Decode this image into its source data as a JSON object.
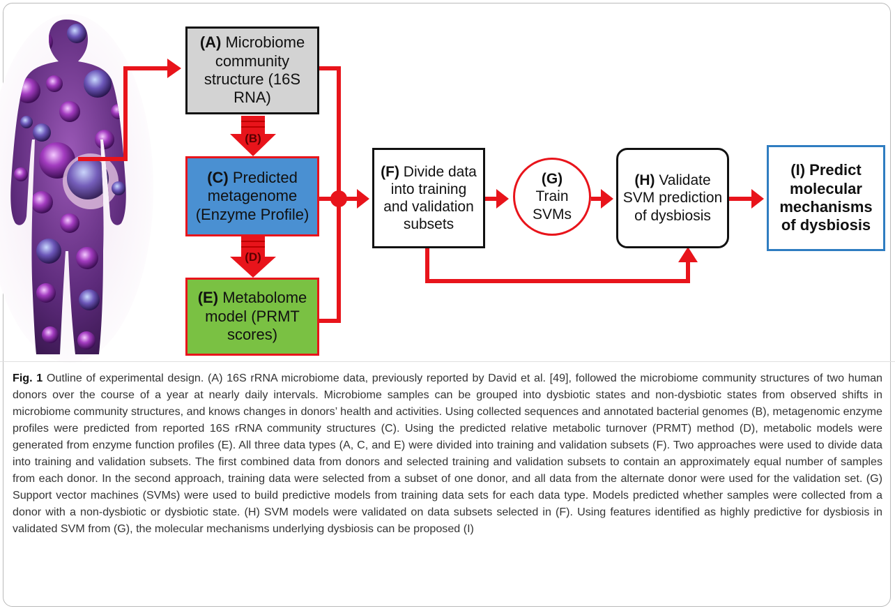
{
  "figure": {
    "boxes": {
      "A": {
        "letter": "(A)",
        "text": "Microbiome community structure (16S RNA)"
      },
      "C": {
        "letter": "(C)",
        "text": "Predicted metagenome (Enzyme Profile)"
      },
      "E": {
        "letter": "(E)",
        "text": "Metabolome model (PRMT scores)"
      },
      "F": {
        "letter": "(F)",
        "text": "Divide data into training and validation subsets"
      },
      "G": {
        "letter": "(G)",
        "text": "Train SVMs"
      },
      "H": {
        "letter": "(H)",
        "text": "Validate SVM prediction of dysbiosis"
      },
      "I": {
        "letter": "(I)",
        "text": "Predict molecular mechanisms of dysbiosis"
      }
    },
    "arrow_labels": {
      "B": "(B)",
      "D": "(D)"
    },
    "colors": {
      "arrow": "#e8141b",
      "box_A_fill": "#d3d3d3",
      "box_C_fill": "#4a90d2",
      "box_E_fill": "#7ac143",
      "box_C_border": "#e8141b",
      "box_E_border": "#e8141b",
      "box_I_border": "#2f7dc1",
      "box_G_border": "#e8141b"
    }
  },
  "caption": {
    "label": "Fig. 1",
    "text": "Outline of experimental design. (A) 16S rRNA microbiome data, previously reported by David et al. [49], followed the microbiome community structures of two human donors over the course of a year at nearly daily intervals. Microbiome samples can be grouped into dysbiotic states and non-dysbiotic states from observed shifts in microbiome community structures, and knows changes in donors’ health and activities. Using collected sequences and annotated bacterial genomes (B), metagenomic enzyme profiles were predicted from reported 16S rRNA community structures (C). Using the predicted relative metabolic turnover (PRMT) method (D), metabolic models were generated from enzyme function profiles (E). All three data types (A, C, and E) were divided into training and validation subsets (F). Two approaches were used to divide data into training and validation subsets. The first combined data from donors and selected training and validation subsets to contain an approximately equal number of samples from each donor. In the second approach, training data were selected from a subset of one donor, and all data from the alternate donor were used for the validation set. (G) Support vector machines (SVMs) were used to build predictive models from training data sets for each data type. Models predicted whether samples were collected from a donor with a non-dysbiotic or dysbiotic state. (H) SVM models were validated on data subsets selected in (F). Using features identified as highly predictive for dysbiosis in validated SVM from (G), the molecular mechanisms underlying dysbiosis can be proposed (I)"
  }
}
